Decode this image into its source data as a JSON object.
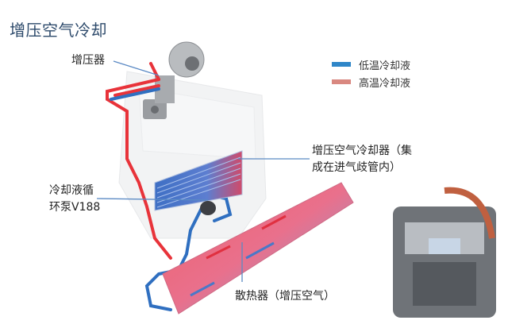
{
  "title": "增压空气冷却",
  "legend": {
    "items": [
      {
        "label": "低温冷却液",
        "color": "#2f86c8"
      },
      {
        "label": "高温冷却液",
        "color": "#d98880"
      }
    ]
  },
  "labels": {
    "turbocharger": "增压器",
    "charge_air_cooler_line1": "增压空气冷却器（集",
    "charge_air_cooler_line2": "成在进气歧管内）",
    "pump_line1": "冷却液循",
    "pump_line2": "环泵V188",
    "radiator": "散热器（增压空气）"
  },
  "colors": {
    "hot": "#e8333a",
    "cold": "#2f6fc0",
    "leader": "#5b8ac4"
  }
}
